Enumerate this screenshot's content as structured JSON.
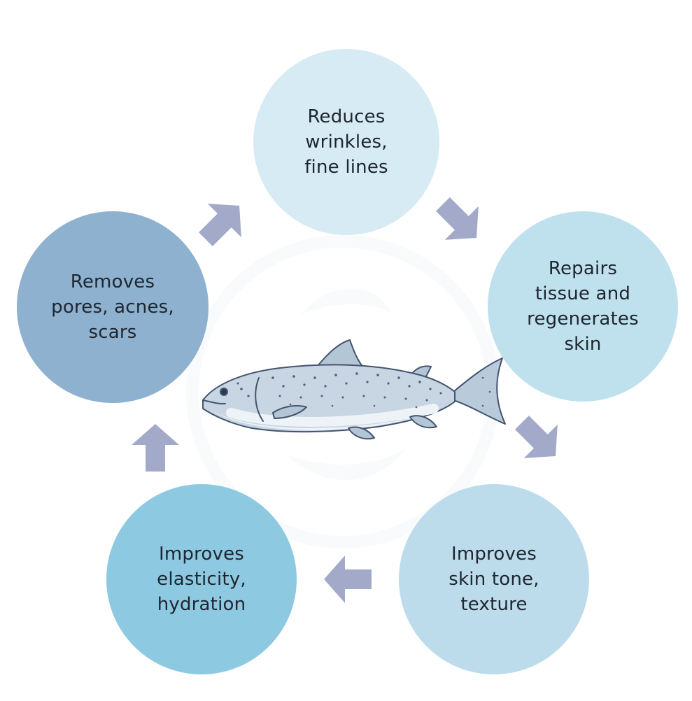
{
  "colors": {
    "background": "#ffffff",
    "arrow": "#a3aac9",
    "text": "#1e2630",
    "fish_outline": "#44546e",
    "fish_body": "#c7d6e2",
    "fish_belly": "#eef3f7",
    "fish_spots": "#4f5f79"
  },
  "nodes": [
    {
      "id": "wrinkles",
      "lines": [
        "Reduces",
        "wrinkles,",
        "fine lines"
      ],
      "color": "#d6ebf3"
    },
    {
      "id": "repair",
      "lines": [
        "Repairs",
        "tissue and",
        "regenerates",
        "skin"
      ],
      "color": "#bfe1ee"
    },
    {
      "id": "tone",
      "lines": [
        "Improves",
        "skin tone,",
        "texture"
      ],
      "color": "#bcdcec"
    },
    {
      "id": "elasticity",
      "lines": [
        "Improves",
        "elasticity,",
        "hydration"
      ],
      "color": "#8ec9e2"
    },
    {
      "id": "pores",
      "lines": [
        "Removes",
        "pores, acnes,",
        "scars"
      ],
      "color": "#8eb1cf"
    }
  ],
  "icons": {
    "center": "salmon-fish-icon",
    "arrow": "cycle-arrow-icon"
  }
}
